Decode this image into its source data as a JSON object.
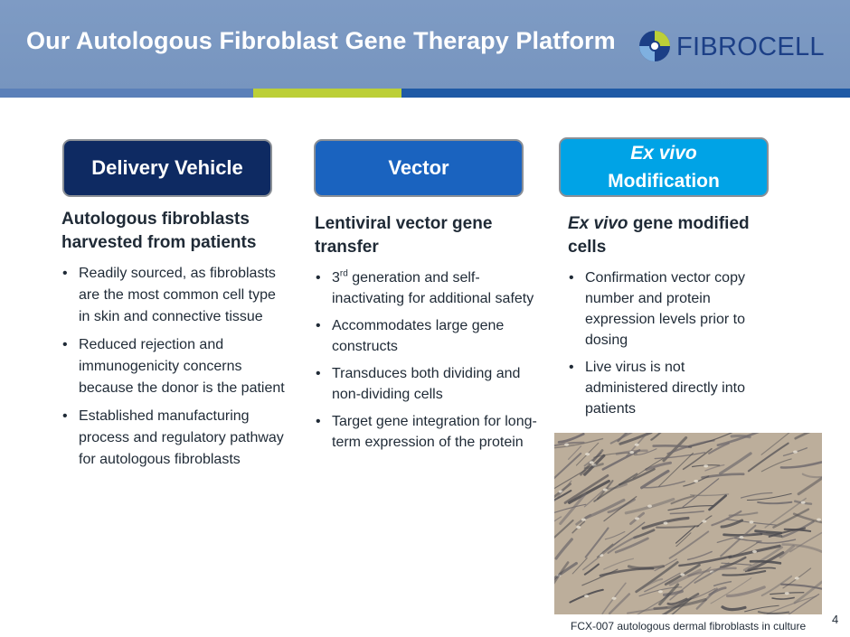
{
  "title": "Our Autologous Fibroblast Gene Therapy Platform",
  "logo": {
    "text": "FIBROCELL",
    "colors": {
      "blue": "#1c3f86",
      "green": "#bccf37"
    }
  },
  "columns": [
    {
      "label": "Delivery Vehicle",
      "heading": "Autologous fibroblasts harvested from patients",
      "bullets": [
        "Readily sourced, as fibroblasts are the most common cell type in skin and connective tissue",
        "Reduced rejection and immunogenicity concerns because the donor is the patient",
        "Established manufacturing process and regulatory pathway for autologous fibroblasts"
      ]
    },
    {
      "label": "Vector",
      "heading": "Lentiviral vector gene transfer",
      "bullet1_pre": "3",
      "bullet1_sup": "rd",
      "bullet1_post": " generation and self-inactivating for additional safety",
      "bullets": [
        "Accommodates large gene constructs",
        "Transduces both dividing and non-dividing cells",
        "Target gene integration for long-term expression of the protein"
      ]
    },
    {
      "label_italic": "Ex vivo",
      "label_rest": "Modification",
      "heading_italic": "Ex vivo",
      "heading_rest": " gene modified cells",
      "bullets": [
        "Confirmation vector copy number and protein expression levels prior to dosing",
        "Live virus is not administered directly into patients"
      ]
    }
  ],
  "image_caption": "FCX-007 autologous dermal fibroblasts in culture",
  "page_number": "4",
  "colors": {
    "header": "#7e9bc4",
    "pill_delivery": "#0e2a62",
    "pill_vector": "#1a63bf",
    "pill_exvivo": "#00a3e6",
    "stripe_green": "#bccf37",
    "stripe_blue": "#1f5aa6"
  }
}
